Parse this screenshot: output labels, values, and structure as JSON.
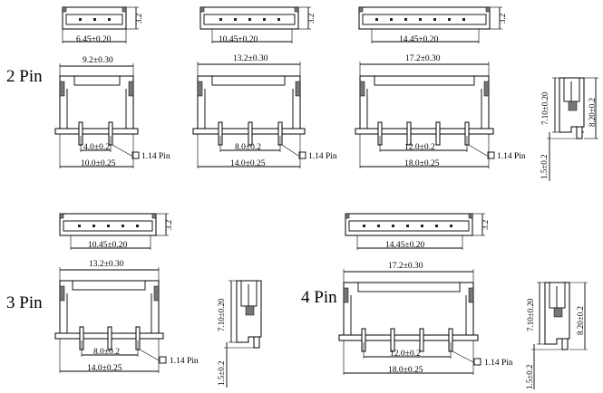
{
  "groups": {
    "two_pin": {
      "label": "2 Pin",
      "pin_note": "1.14 Pin",
      "variants": [
        {
          "top_width": "6.45±0.20",
          "top_height": "3.2",
          "body_width": "9.2±0.30",
          "pitch_span": "4.0±0.2",
          "overall_width": "10.0±0.25",
          "pins": 2
        },
        {
          "top_width": "10.45±0.20",
          "top_height": "3.2",
          "body_width": "13.2±0.30",
          "pitch_span": "8.0±0.2",
          "overall_width": "14.0±0.25",
          "pins": 3
        },
        {
          "top_width": "14.45±0.20",
          "top_height": "3.2",
          "body_width": "17.2±0.30",
          "pitch_span": "12.0±0.2",
          "overall_width": "18.0±0.25",
          "pins": 4
        }
      ],
      "side": {
        "height_a": "7.10±0.20",
        "height_b": "8.20±0.2",
        "tail": "1.5±0.2"
      }
    },
    "three_pin": {
      "label": "3 Pin",
      "pin_note": "1.14 Pin",
      "top_width": "10.45±0.20",
      "top_height": "3.2",
      "body_width": "13.2±0.30",
      "pitch_span": "8.0±0.2",
      "overall_width": "14.0±0.25",
      "side": {
        "height_a": "7.10±0.20",
        "tail": "1.5±0.2"
      }
    },
    "four_pin": {
      "label": "4 Pin",
      "pin_note": "1.14 Pin",
      "top_width": "14.45±0.20",
      "top_height": "3.2",
      "body_width": "17.2±0.30",
      "pitch_span": "12.0±0.2",
      "overall_width": "18.0±0.25",
      "side": {
        "height_a": "7.10±0.20",
        "height_b": "8.20±0.2",
        "tail": "1.5±0.2"
      }
    }
  }
}
